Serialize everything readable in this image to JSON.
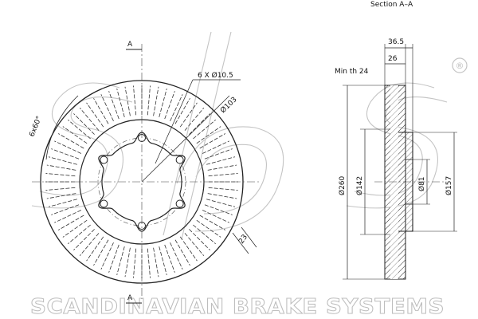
{
  "drawing": {
    "section_title": "Section A–A",
    "section_marks": [
      "A",
      "A"
    ],
    "front_view": {
      "bolt_holes_label": "6 X Ø10.5",
      "pcd_label": "Ø103",
      "angle_label": "6x60°",
      "dim_23": "23"
    },
    "section_view": {
      "total_thickness": "36.5",
      "disc_thickness": "26",
      "min_thickness_label": "Min th 24",
      "diameters": [
        "Ø260",
        "Ø142",
        "Ø81",
        "Ø157"
      ]
    }
  },
  "watermark": {
    "logo": "sbs",
    "registered": "®",
    "company": "SCANDINAVIAN BRAKE SYSTEMS",
    "color": "#bdbdbd"
  }
}
